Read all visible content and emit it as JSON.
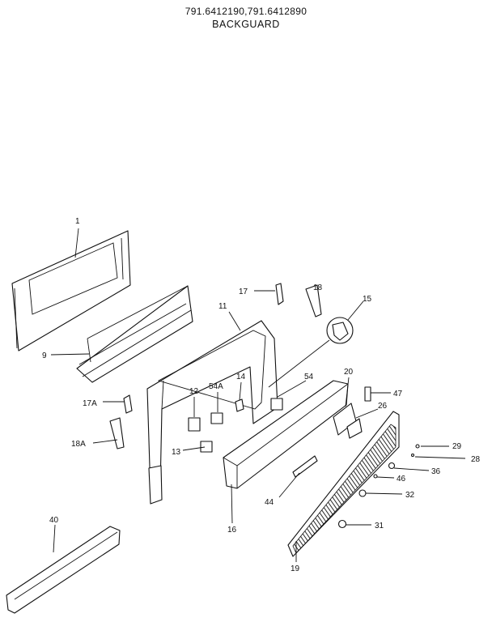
{
  "header": {
    "model_numbers": "791.6412190,791.6412890",
    "title": "BACKGUARD"
  },
  "callouts": {
    "p1": "1",
    "p9": "9",
    "p11": "11",
    "p17": "17",
    "p18": "18",
    "p15": "15",
    "p17a": "17A",
    "p18a": "18A",
    "p12": "12",
    "p54a": "54A",
    "p14": "14",
    "p54": "54",
    "p20": "20",
    "p47": "47",
    "p26": "26",
    "p13": "13",
    "p29": "29",
    "p28": "28",
    "p36": "36",
    "p46": "46",
    "p32": "32",
    "p44": "44",
    "p16": "16",
    "p31": "31",
    "p40": "40",
    "p19": "19"
  }
}
